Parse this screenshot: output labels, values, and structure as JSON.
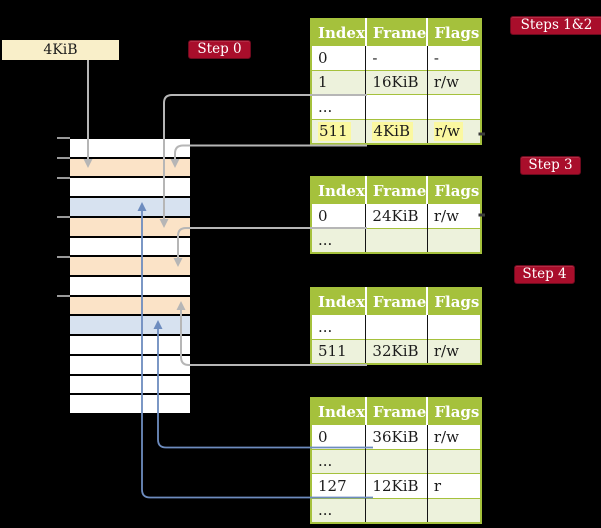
{
  "colors": {
    "background": "#000000",
    "table_header_green": "#a5c13c",
    "table_row_green": "#edf2dc",
    "table_row_white": "#ffffff",
    "highlight_yellow": "#fbf8a0",
    "memory_orange": "#fbe3c7",
    "memory_blue": "#d7e2f0",
    "memory_white": "#ffffff",
    "cr3_box_cream": "#f9efc9",
    "badge_red": "#a90e2b",
    "badge_border": "#6d0a1e",
    "arrow_gray": "#b6b6b6",
    "arrow_blue": "#6d8cbf",
    "tick_gray": "#9a9a9a",
    "cell_text": "#1c1c1c"
  },
  "cr3_box": {
    "label": "4KiB"
  },
  "badges": [
    {
      "id": "step-0",
      "label": "Step 0"
    },
    {
      "id": "steps-1-2",
      "label": "Steps 1&2"
    },
    {
      "id": "step-3",
      "label": "Step 3"
    },
    {
      "id": "step-4",
      "label": "Step 4"
    }
  ],
  "memory": {
    "rows": [
      "white",
      "orange",
      "white",
      "blue",
      "orange",
      "white",
      "orange",
      "white",
      "orange",
      "blue",
      "white",
      "white",
      "white",
      "white"
    ]
  },
  "tables": [
    {
      "id": "level-4-table",
      "headers": [
        "Index",
        "Frame",
        "Flags"
      ],
      "rows": [
        {
          "cells": [
            "0",
            "-",
            "-"
          ],
          "bg": "white",
          "highlight": false
        },
        {
          "cells": [
            "1",
            "16KiB",
            "r/w"
          ],
          "bg": "green",
          "highlight": false
        },
        {
          "cells": [
            "...",
            "",
            ""
          ],
          "bg": "white",
          "highlight": false
        },
        {
          "cells": [
            "511",
            "4KiB",
            "r/w"
          ],
          "bg": "green",
          "highlight": true
        }
      ]
    },
    {
      "id": "level-3-table",
      "headers": [
        "Index",
        "Frame",
        "Flags"
      ],
      "rows": [
        {
          "cells": [
            "0",
            "24KiB",
            "r/w"
          ],
          "bg": "white",
          "highlight": false
        },
        {
          "cells": [
            "...",
            "",
            ""
          ],
          "bg": "green",
          "highlight": false
        }
      ]
    },
    {
      "id": "level-2-table",
      "headers": [
        "Index",
        "Frame",
        "Flags"
      ],
      "rows": [
        {
          "cells": [
            "...",
            "",
            ""
          ],
          "bg": "white",
          "highlight": false
        },
        {
          "cells": [
            "511",
            "32KiB",
            "r/w"
          ],
          "bg": "green",
          "highlight": false
        }
      ]
    },
    {
      "id": "level-1-table",
      "headers": [
        "Index",
        "Frame",
        "Flags"
      ],
      "rows": [
        {
          "cells": [
            "0",
            "36KiB",
            "r/w"
          ],
          "bg": "white",
          "highlight": false
        },
        {
          "cells": [
            "...",
            "",
            ""
          ],
          "bg": "green",
          "highlight": false
        },
        {
          "cells": [
            "127",
            "12KiB",
            "r"
          ],
          "bg": "white",
          "highlight": false
        },
        {
          "cells": [
            "...",
            "",
            ""
          ],
          "bg": "green",
          "highlight": false
        }
      ]
    }
  ]
}
